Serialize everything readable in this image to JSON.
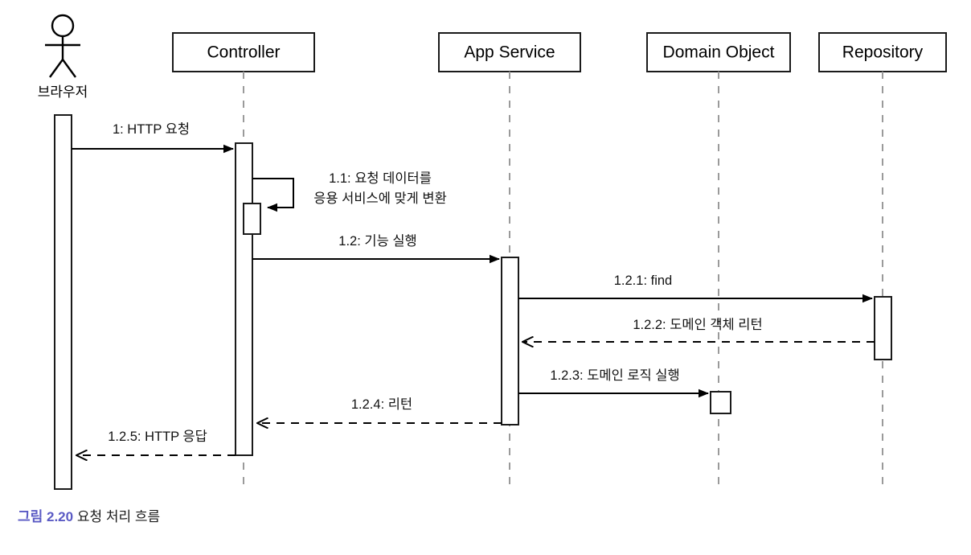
{
  "diagram": {
    "type": "uml-sequence-diagram",
    "actor": {
      "name": "actor-browser",
      "label": "브라우저",
      "icon": "stick-figure-actor-icon"
    },
    "participants": [
      {
        "id": "controller",
        "label": "Controller"
      },
      {
        "id": "app-service",
        "label": "App Service"
      },
      {
        "id": "domain-object",
        "label": "Domain Object"
      },
      {
        "id": "repository",
        "label": "Repository"
      }
    ],
    "messages": [
      {
        "id": "m1",
        "label": "1: HTTP 요청",
        "from": "browser",
        "to": "controller",
        "kind": "call",
        "style": "solid"
      },
      {
        "id": "m1_1",
        "label_line1": "1.1: 요청 데이터를",
        "label_line2": "응용 서비스에 맞게 변환",
        "from": "controller",
        "to": "controller",
        "kind": "self-call",
        "style": "solid"
      },
      {
        "id": "m1_2",
        "label": "1.2: 기능 실행",
        "from": "controller",
        "to": "app-service",
        "kind": "call",
        "style": "solid"
      },
      {
        "id": "m1_2_1",
        "label": "1.2.1: find",
        "from": "app-service",
        "to": "repository",
        "kind": "call",
        "style": "solid"
      },
      {
        "id": "m1_2_2",
        "label": "1.2.2: 도메인 객체 리턴",
        "from": "repository",
        "to": "app-service",
        "kind": "return",
        "style": "dashed"
      },
      {
        "id": "m1_2_3",
        "label": "1.2.3: 도메인 로직 실행",
        "from": "app-service",
        "to": "domain-object",
        "kind": "call",
        "style": "solid"
      },
      {
        "id": "m1_2_4",
        "label": "1.2.4: 리턴",
        "from": "app-service",
        "to": "controller",
        "kind": "return",
        "style": "dashed"
      },
      {
        "id": "m1_2_5",
        "label": "1.2.5: HTTP 응답",
        "from": "controller",
        "to": "browser",
        "kind": "return",
        "style": "dashed"
      }
    ]
  },
  "caption": {
    "number": "그림 2.20",
    "title": "요청 처리 흐름",
    "number_color": "#5a5ac4"
  },
  "colors": {
    "line": "#000000",
    "box_stroke": "#1a1a1a",
    "lifeline_dash": "#9a9a9a",
    "background": "#ffffff"
  }
}
